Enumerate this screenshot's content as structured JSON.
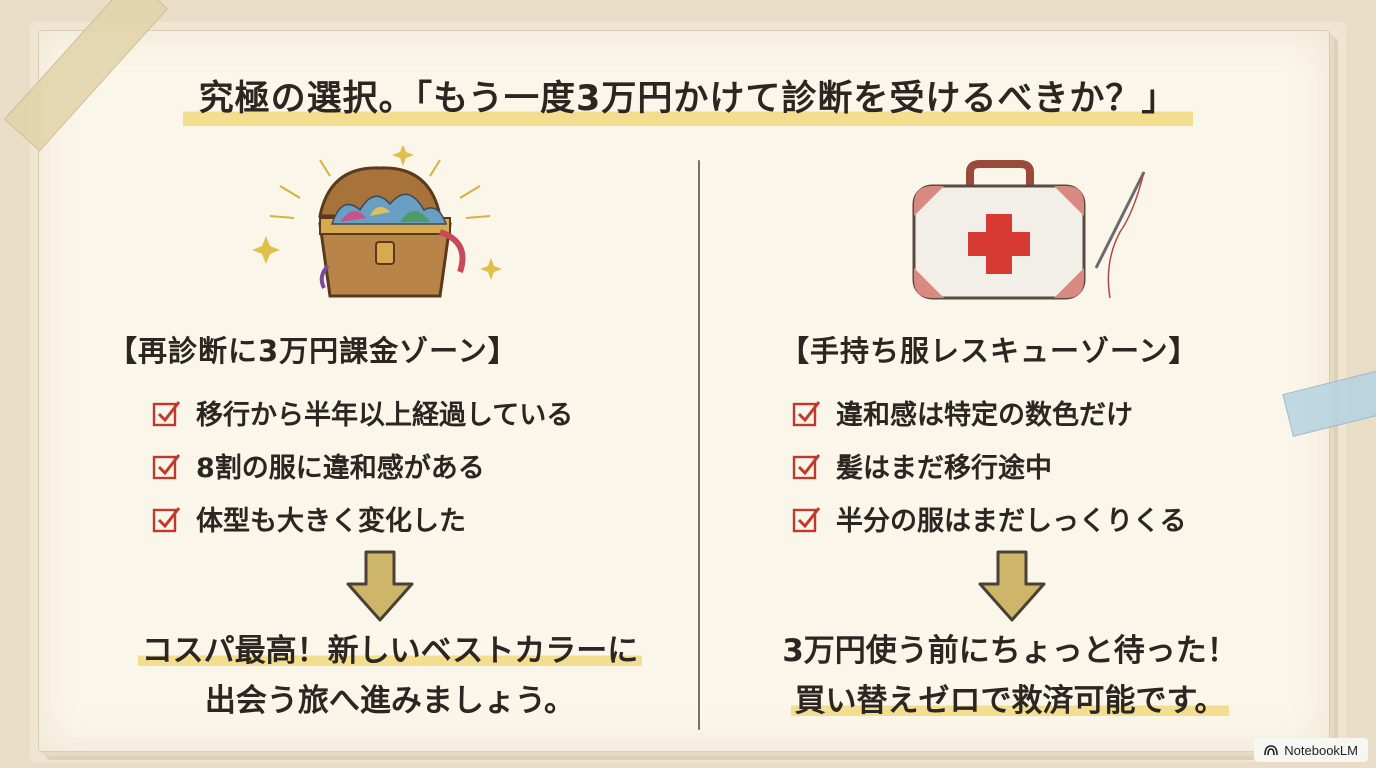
{
  "title": "究極の選択。「もう一度3万円かけて診断を受けるべきか？」",
  "left": {
    "illustration": "treasure-chest-icon",
    "zone_title": "【再診断に3万円課金ゾーン】",
    "checks": [
      "移行から半年以上経過している",
      "8割の服に違和感がある",
      "体型も大きく変化した"
    ],
    "result_line1": "コスパ最高！新しいベストカラーに",
    "result_line2": "出会う旅へ進みましょう。"
  },
  "right": {
    "illustration": "first-aid-kit-icon",
    "zone_title": "【手持ち服レスキューゾーン】",
    "checks": [
      "違和感は特定の数色だけ",
      "髪はまだ移行途中",
      "半分の服はまだしっくりくる"
    ],
    "result_line1": "3万円使う前にちょっと待った！",
    "result_line2": "買い替えゼロで救済可能です。"
  },
  "watermark": "NotebookLM",
  "colors": {
    "highlight": "#f3de8f",
    "check_red": "#c0392b",
    "arrow_fill": "#cdb56a",
    "cross_red": "#d63a32"
  }
}
